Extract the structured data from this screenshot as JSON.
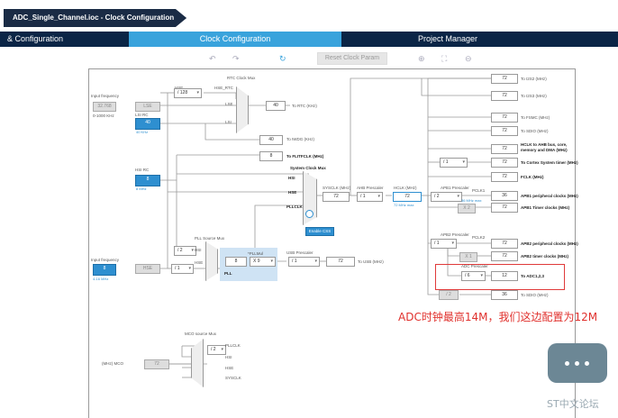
{
  "breadcrumb": {
    "file": "ADC_Single_Channel.ioc - Clock Configuration"
  },
  "tabs": [
    {
      "label": "& Configuration"
    },
    {
      "label": "Clock Configuration"
    },
    {
      "label": "Project Manager"
    }
  ],
  "toolbar": {
    "reset_label": "Reset Clock Param"
  },
  "left": {
    "input_freq_label": "Input frequency",
    "lse_freq": "32.768",
    "lse_range": "0-1000 KHz",
    "lse_label": "LSE",
    "lsi_rc_label": "LSI RC",
    "lsi_value": "40",
    "lsi_unit": "40 KHz",
    "hsi_rc_label": "HSI RC",
    "hsi_value": "8",
    "hsi_unit": "8 MHz",
    "hse_input_label": "Input frequency",
    "hse_freq": "8",
    "hse_range": "4-16 MHz",
    "hse_label": "HSE",
    "mco_label": "(MHz) MCO",
    "mco_value": "72"
  },
  "rtc": {
    "mux_label": "RTC Clock Mux",
    "hse_label": "HSE",
    "div": "/ 128",
    "hse_rtc": "HSE_RTC",
    "lse": "LSE",
    "lsi": "LSI",
    "to_rtc_value": "40",
    "to_rtc_label": "To RTC (KHz)",
    "to_iwdg_value": "40",
    "to_iwdg_label": "To IWDG (KHz)",
    "flit_value": "8",
    "flit_label": "To FLITFCLK (MHz)"
  },
  "sysclk": {
    "mux_label": "System Clock Mux",
    "hsi": "HSI",
    "hse": "HSE",
    "pllclk": "PLLCLK",
    "sysclk_label": "SYSCLK (MHz)",
    "sysclk_value": "72",
    "ahb_label": "AHB Prescaler",
    "ahb_value": "/ 1",
    "hclk_label": "HCLK (MHz)",
    "hclk_value": "72",
    "hclk_max": "72 MHz max",
    "enable_css": "Enable CSS"
  },
  "pll": {
    "source_mux_label": "PLL Source Mux",
    "hsi_div": "/ 2",
    "hsi": "HSI",
    "hse": "HSE",
    "pllmul_label": "*PLLMul",
    "pll_value": "8",
    "pllmul_value": "X 9",
    "pll_label": "PLL",
    "hse_div": "/ 1",
    "usb_prescaler_label": "USB Prescaler",
    "usb_div": "/ 1",
    "usb_value": "72",
    "usb_label": "To USB (MHz)"
  },
  "outputs": [
    {
      "value": "72",
      "label": "To I2S2 (MHz)"
    },
    {
      "value": "72",
      "label": "To I2S3 (MHz)"
    },
    {
      "value": "72",
      "label": "To FSMC (MHz)"
    },
    {
      "value": "72",
      "label": "To SDIO (MHz)"
    },
    {
      "value": "72",
      "label": "HCLK to AHB bus, core, memory and DMA (MHz)"
    },
    {
      "value": "72",
      "label": "To Cortex System timer (MHz)",
      "prescaler": "/ 1"
    },
    {
      "value": "72",
      "label": "FCLK (MHz)"
    },
    {
      "value": "36",
      "label": "APB1 peripheral clocks (MHz)"
    },
    {
      "value": "72",
      "label": "APB1 Timer clocks (MHz)"
    },
    {
      "value": "72",
      "label": "APB2 peripheral clocks (MHz)"
    },
    {
      "value": "72",
      "label": "APB2 timer clocks (MHz)"
    },
    {
      "value": "12",
      "label": "To ADC1,2,3"
    },
    {
      "value": "36",
      "label": "To SDIO (MHz)"
    }
  ],
  "apb": {
    "apb1_label": "APB1 Prescaler",
    "apb1_value": "/ 2",
    "apb1_max": "36 MHz max",
    "pclk1": "PCLK1",
    "x2": "X 2",
    "apb2_label": "APB2 Prescaler",
    "apb2_value": "/ 1",
    "pclk2": "PCLK2",
    "x1": "X 1",
    "adc_label": "ADC Prescaler",
    "adc_value": "/ 6",
    "sdio_div": "/ 2"
  },
  "mco": {
    "mux_label": "MCO source Mux",
    "pllclk_div": "/ 2",
    "pllclk": "PLLCLK",
    "hsi": "HSI",
    "hse": "HSE",
    "sysclk": "SYSCLK"
  },
  "annotation": "ADC时钟最高14M，我们这边配置为12M",
  "watermark": "ST中文论坛",
  "colors": {
    "accent": "#39a3dc",
    "nav": "#0b2546",
    "annotation": "#e0312d"
  }
}
